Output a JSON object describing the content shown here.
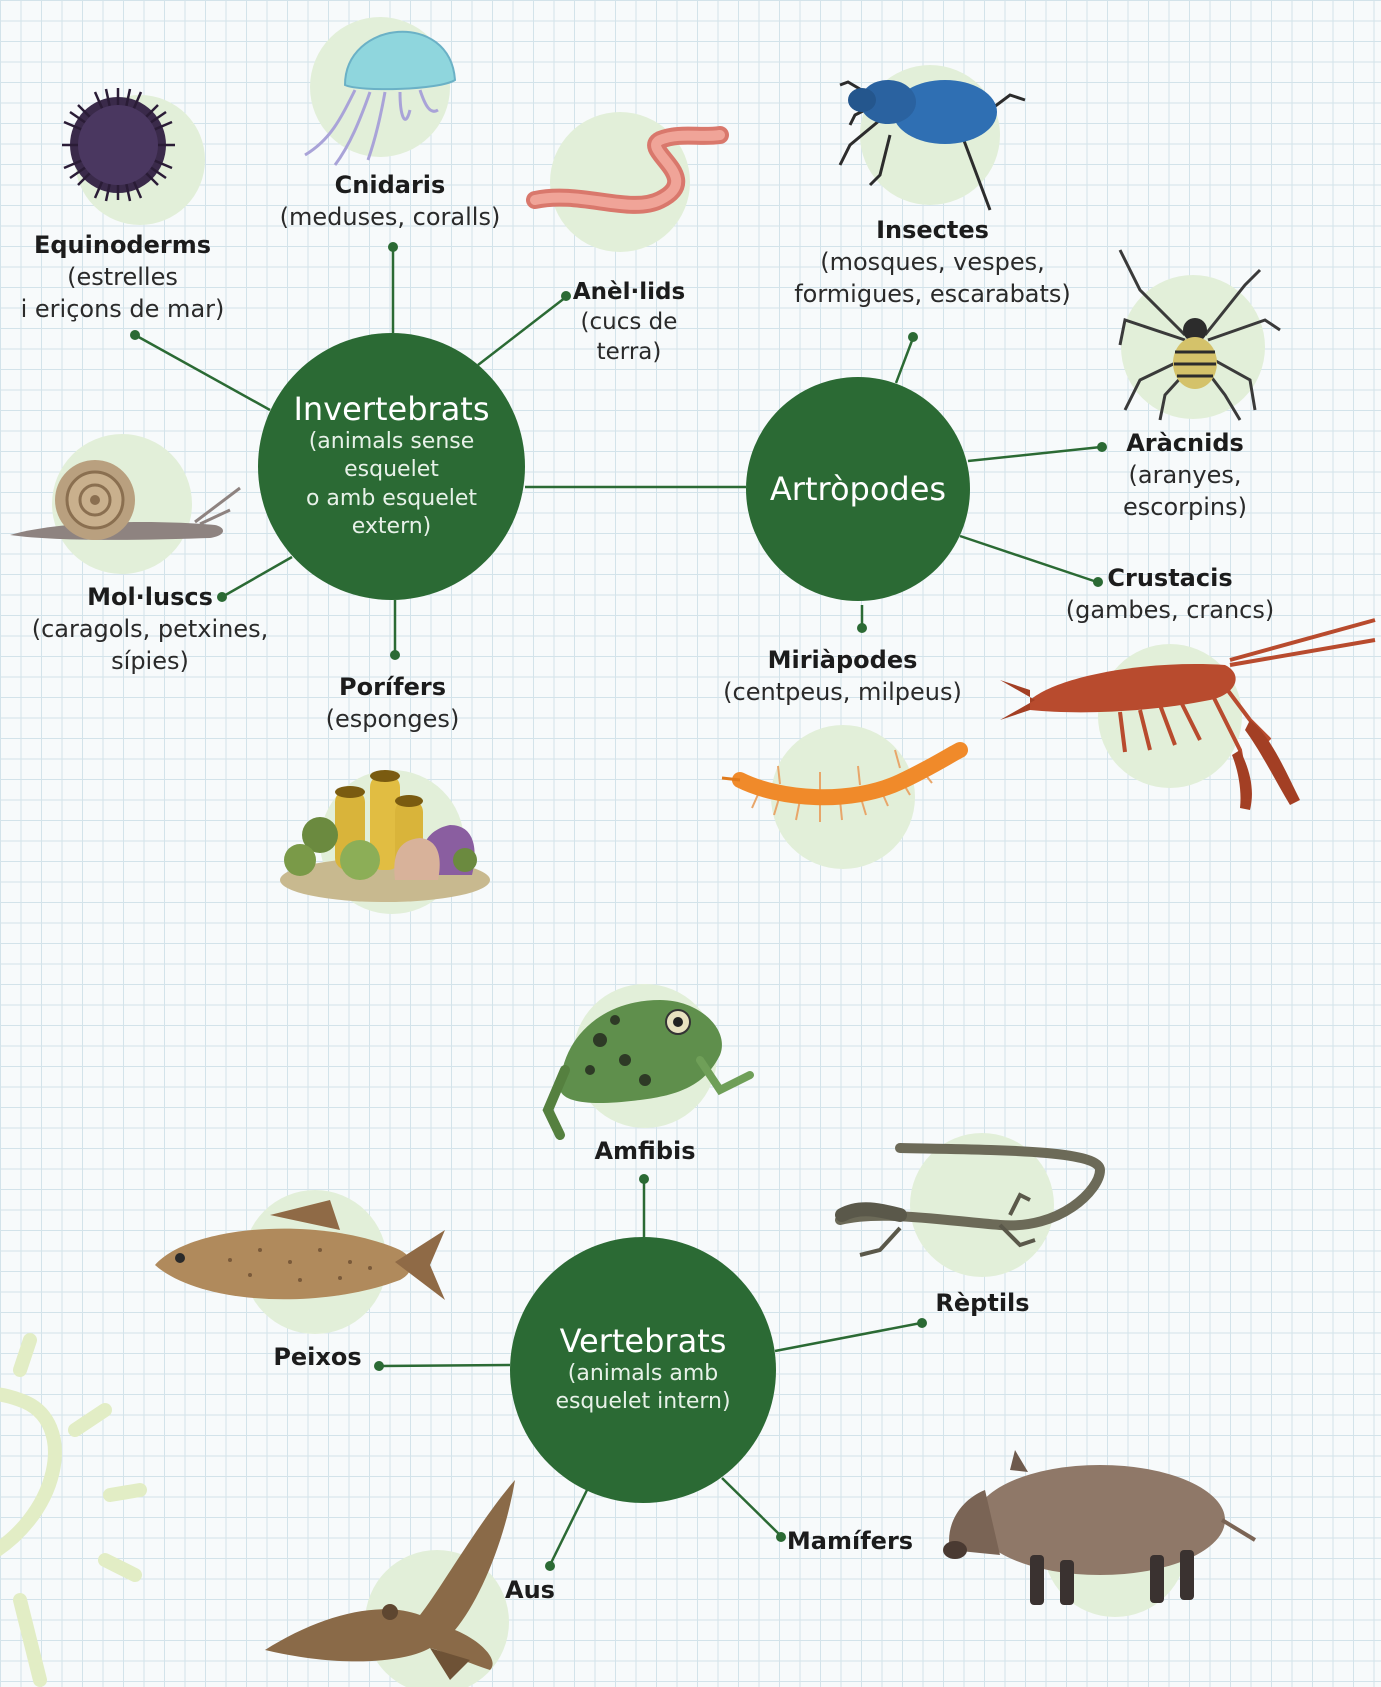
{
  "hubs": {
    "invertebrates": {
      "title": "Invertebrats",
      "subtitle": "(animals sense esquelet\no amb esquelet\nextern)"
    },
    "arthropods": {
      "title": "Artròpodes"
    },
    "vertebrates": {
      "title": "Vertebrats",
      "subtitle": "(animals amb\nesquelet intern)"
    }
  },
  "invertebrate_groups": {
    "echinoderms": {
      "title": "Equinoderms",
      "examples": "(estrelles\ni eriçons de mar)",
      "icon": "sea-urchin-icon"
    },
    "cnidarians": {
      "title": "Cnidaris",
      "examples": "(meduses, coralls)",
      "icon": "jellyfish-icon"
    },
    "annelids": {
      "title": "Anèl·lids",
      "examples": "(cucs de terra)",
      "icon": "earthworm-icon"
    },
    "molluscs": {
      "title": "Mol·luscs",
      "examples": "(caragols, petxines,\nsípies)",
      "icon": "snail-icon"
    },
    "sponges": {
      "title": "Porífers",
      "examples": "(esponges)",
      "icon": "sponge-icon"
    }
  },
  "arthropod_groups": {
    "insects": {
      "title": "Insectes",
      "examples": "(mosques, vespes,\nformigues, escarabats)",
      "icon": "beetle-icon"
    },
    "arachnids": {
      "title": "Aràcnids",
      "examples": "(aranyes, escorpins)",
      "icon": "spider-icon"
    },
    "crustaceans": {
      "title": "Crustacis",
      "examples": "(gambes, crancs)",
      "icon": "crayfish-icon"
    },
    "myriapods": {
      "title": "Miriàpodes",
      "examples": "(centpeus, milpeus)",
      "icon": "centipede-icon"
    }
  },
  "vertebrate_groups": {
    "amphibians": {
      "title": "Amfibis",
      "icon": "frog-icon"
    },
    "fish": {
      "title": "Peixos",
      "icon": "fish-icon"
    },
    "reptiles": {
      "title": "Rèptils",
      "icon": "lizard-icon"
    },
    "birds": {
      "title": "Aus",
      "icon": "hawk-icon"
    },
    "mammals": {
      "title": "Mamífers",
      "icon": "boar-icon"
    }
  },
  "colors": {
    "hub": "#2b6a34",
    "connector": "#2b6a34",
    "halo": "#e2efd9",
    "grid": "#d3e3ea"
  }
}
